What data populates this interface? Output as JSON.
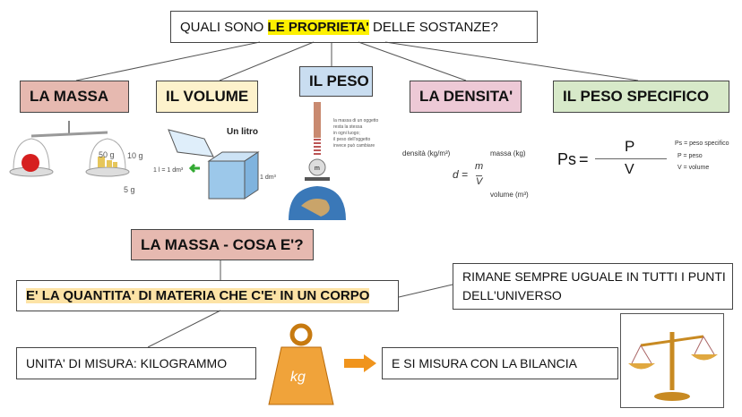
{
  "title": {
    "prefix": "QUALI SONO ",
    "highlight": "LE PROPRIETA'",
    "suffix": " DELLE SOSTANZE?"
  },
  "properties": [
    {
      "label": "LA MASSA"
    },
    {
      "label": "IL VOLUME"
    },
    {
      "label": "IL PESO"
    },
    {
      "label": "LA DENSITA'"
    },
    {
      "label": "IL PESO SPECIFICO"
    }
  ],
  "massa_img": {
    "w1": "50 g",
    "w2": "10 g",
    "w3": "5 g"
  },
  "volume_img": {
    "title": "Un litro",
    "eq": "1 l = 1 dm³",
    "side": "1 dm³"
  },
  "peso_img": {
    "note": [
      "la massa di un oggetto",
      "resta la stessa",
      "in ogni luogo;",
      "il peso dell'oggetto",
      "invece può cambiare"
    ],
    "m": "m"
  },
  "densita_img": {
    "densita": "densità (kg/m³)",
    "massa": "massa (kg)",
    "volume": "volume (m³)",
    "formula_left": "d =",
    "num": "m",
    "den": "V"
  },
  "peso_spec_img": {
    "ps": "Ps",
    "eq": "=",
    "num": "P",
    "den": "V",
    "legend": [
      "Ps = peso specifico",
      "P = peso",
      "V = volume"
    ]
  },
  "question": "LA MASSA - COSA E'?",
  "definition": "E' LA QUANTITA' DI MATERIA CHE C'E' IN UN CORPO",
  "constant": "RIMANE SEMPRE UGUALE IN TUTTI I PUNTI DELL'UNIVERSO",
  "unit": "UNITA' DI MISURA: KILOGRAMMO",
  "weight_label": "kg",
  "measure": "E SI MISURA CON LA BILANCIA",
  "colors": {
    "massa": "#e6b9b0",
    "volume": "#fdf2cc",
    "peso": "#c9ddf0",
    "densita": "#edc9d6",
    "peso_specifico": "#d7e9c9"
  }
}
